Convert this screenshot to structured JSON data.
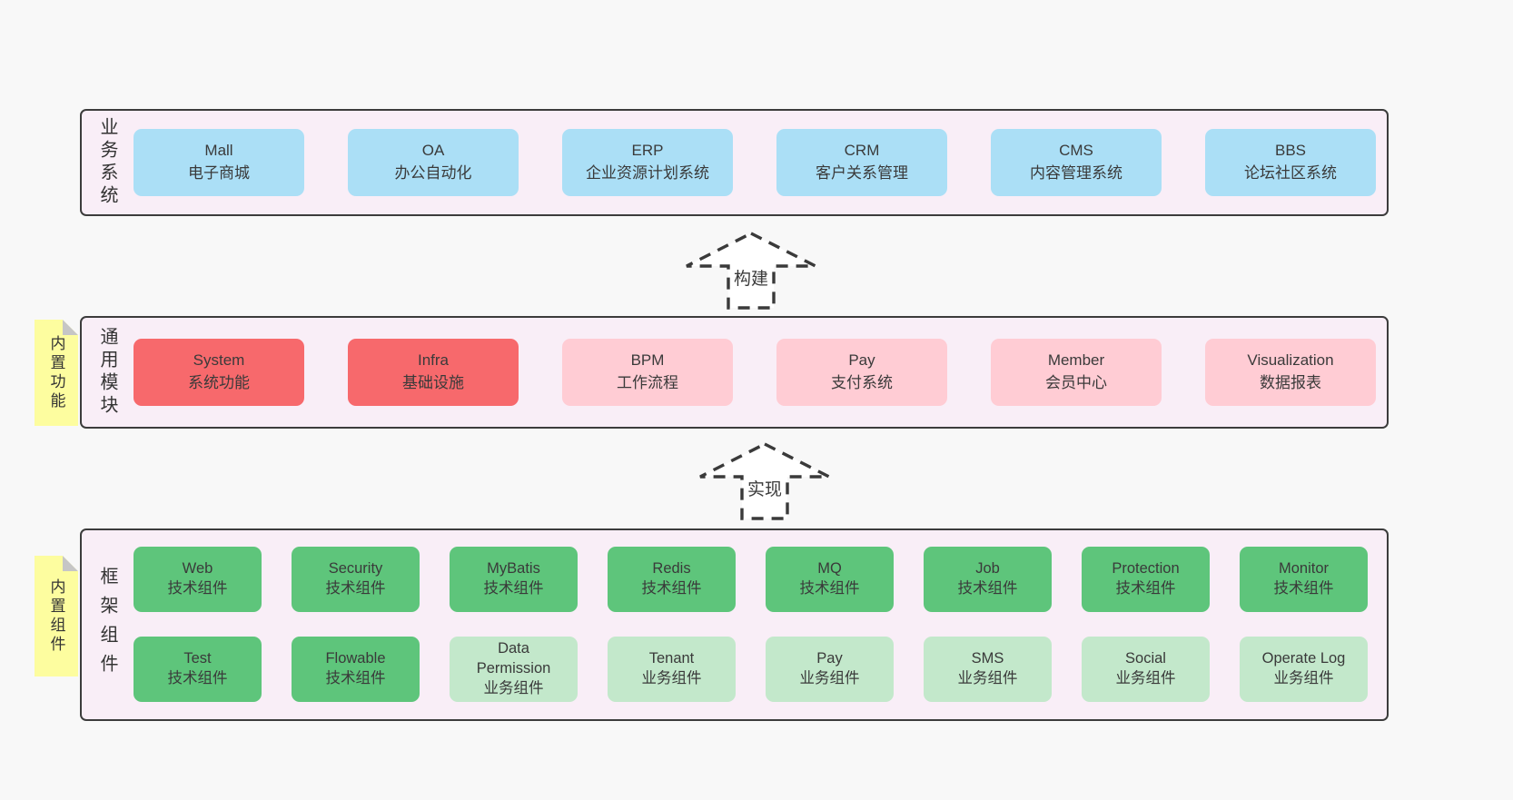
{
  "colors": {
    "page_bg": "#f8f8f8",
    "panel_bg": "#f9eef7",
    "panel_border": "#3c3c3c",
    "blue": "#abdff6",
    "red": "#f7696c",
    "pink": "#ffccd4",
    "green": "#5ec57b",
    "light_green": "#c3e8cb",
    "note_yellow": "#fdfd9f",
    "note_fold_gray": "#c6c6c6",
    "text": "#3a3a3a"
  },
  "arrows": {
    "build_label": "构建",
    "implement_label": "实现"
  },
  "layers": {
    "business": {
      "side_label": "业务系统",
      "boxes": [
        {
          "title": "Mall",
          "subtitle": "电子商城",
          "color": "blue"
        },
        {
          "title": "OA",
          "subtitle": "办公自动化",
          "color": "blue"
        },
        {
          "title": "ERP",
          "subtitle": "企业资源计划系统",
          "color": "blue"
        },
        {
          "title": "CRM",
          "subtitle": "客户关系管理",
          "color": "blue"
        },
        {
          "title": "CMS",
          "subtitle": "内容管理系统",
          "color": "blue"
        },
        {
          "title": "BBS",
          "subtitle": "论坛社区系统",
          "color": "blue"
        }
      ]
    },
    "modules": {
      "side_label": "通用模块",
      "note_label": "内置功能",
      "boxes": [
        {
          "title": "System",
          "subtitle": "系统功能",
          "color": "red"
        },
        {
          "title": "Infra",
          "subtitle": "基础设施",
          "color": "red"
        },
        {
          "title": "BPM",
          "subtitle": "工作流程",
          "color": "pink"
        },
        {
          "title": "Pay",
          "subtitle": "支付系统",
          "color": "pink"
        },
        {
          "title": "Member",
          "subtitle": "会员中心",
          "color": "pink"
        },
        {
          "title": "Visualization",
          "subtitle": "数据报表",
          "color": "pink"
        }
      ]
    },
    "components": {
      "side_label": "框架组件",
      "note_label": "内置组件",
      "row1": [
        {
          "title": "Web",
          "subtitle": "技术组件",
          "color": "green"
        },
        {
          "title": "Security",
          "subtitle": "技术组件",
          "color": "green"
        },
        {
          "title": "MyBatis",
          "subtitle": "技术组件",
          "color": "green"
        },
        {
          "title": "Redis",
          "subtitle": "技术组件",
          "color": "green"
        },
        {
          "title": "MQ",
          "subtitle": "技术组件",
          "color": "green"
        },
        {
          "title": "Job",
          "subtitle": "技术组件",
          "color": "green"
        },
        {
          "title": "Protection",
          "subtitle": "技术组件",
          "color": "green"
        },
        {
          "title": "Monitor",
          "subtitle": "技术组件",
          "color": "green"
        }
      ],
      "row2": [
        {
          "title": "Test",
          "subtitle": "技术组件",
          "color": "green"
        },
        {
          "title": "Flowable",
          "subtitle": "技术组件",
          "color": "green"
        },
        {
          "title": "Data Permission",
          "subtitle": "业务组件",
          "color": "lgreen"
        },
        {
          "title": "Tenant",
          "subtitle": "业务组件",
          "color": "lgreen"
        },
        {
          "title": "Pay",
          "subtitle": "业务组件",
          "color": "lgreen"
        },
        {
          "title": "SMS",
          "subtitle": "业务组件",
          "color": "lgreen"
        },
        {
          "title": "Social",
          "subtitle": "业务组件",
          "color": "lgreen"
        },
        {
          "title": "Operate Log",
          "subtitle": "业务组件",
          "color": "lgreen"
        }
      ]
    }
  }
}
